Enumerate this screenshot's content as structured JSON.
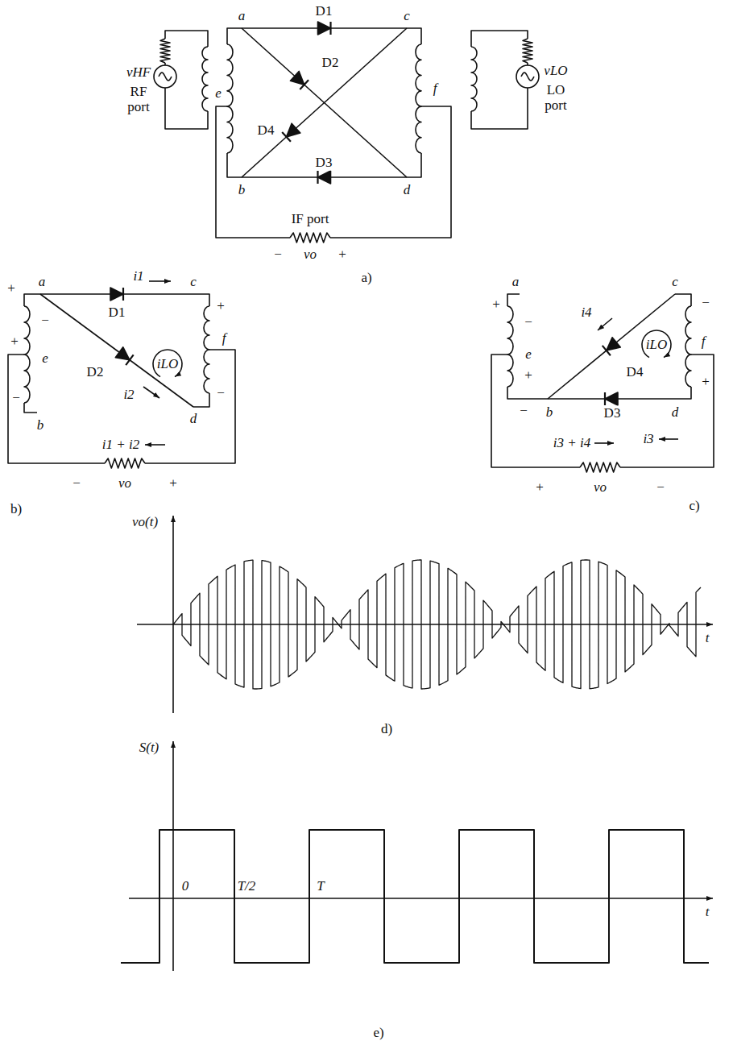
{
  "diagram": {
    "labels": [
      "vHF",
      "RF port",
      "a",
      "D1",
      "c",
      "D2",
      "D4",
      "e",
      "f",
      "b",
      "D3",
      "d",
      "vLO",
      "LO port",
      "IF port",
      "−",
      "vo",
      "+",
      "a)",
      "+",
      "a",
      "i1",
      "c",
      "D1",
      "+",
      "−",
      "D2",
      "f",
      "+",
      "e",
      "iLO",
      "−",
      "−",
      "b",
      "i2",
      "d",
      "i1 + i2",
      "−",
      "vo",
      "+",
      "b)",
      "a",
      "+",
      "−",
      "i4",
      "c",
      "−",
      "iLO",
      "f",
      "e",
      "D4",
      "+",
      "+",
      "−",
      "b",
      "D3",
      "d",
      "i3 + i4",
      "i3",
      "+",
      "vo",
      "−",
      "c)",
      "vo(t)",
      "t",
      "d)",
      "S(t)",
      "0",
      "T/2",
      "T",
      "t",
      "e)"
    ]
  }
}
